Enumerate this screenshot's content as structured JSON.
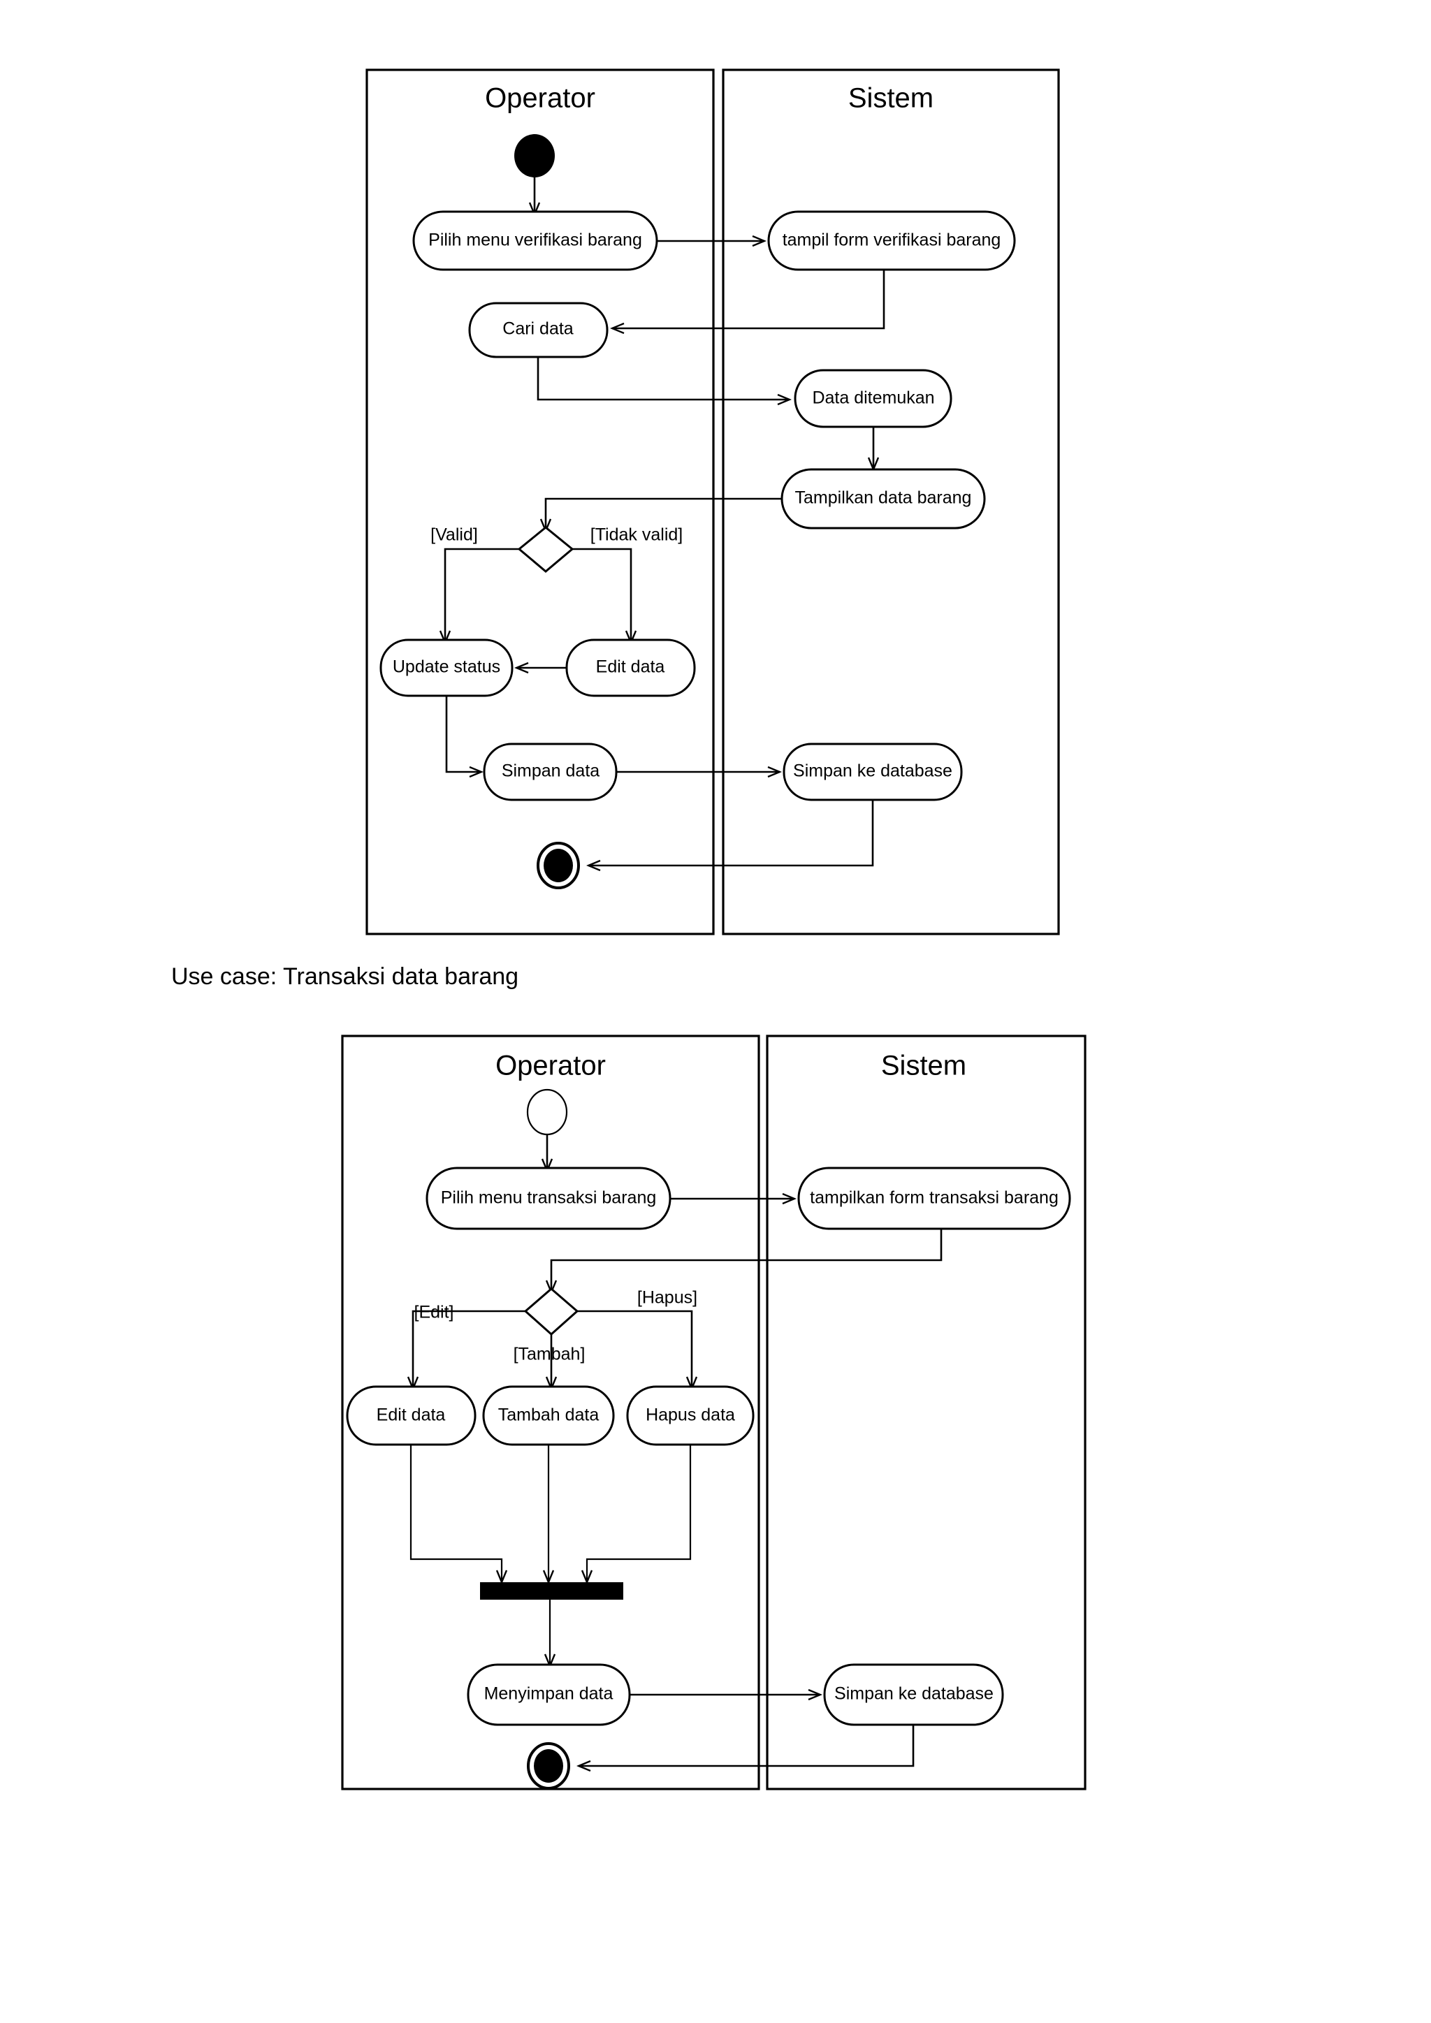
{
  "page": {
    "caption": "Use case: Transaksi data barang"
  },
  "diagram1": {
    "name": "activity-diagram-verifikasi-barang",
    "lanes": [
      {
        "id": "operator",
        "title": "Operator"
      },
      {
        "id": "sistem",
        "title": "Sistem"
      }
    ],
    "nodes": {
      "start": {
        "type": "initial-node-filled",
        "label": ""
      },
      "a1": {
        "label": "Pilih menu verifikasi barang"
      },
      "a2": {
        "label": "tampil form verifikasi barang"
      },
      "a3": {
        "label": "Cari data"
      },
      "a4": {
        "label": "Data ditemukan"
      },
      "a5": {
        "label": "Tampilkan data barang"
      },
      "d1": {
        "type": "decision-node",
        "label": ""
      },
      "a6": {
        "label": "Update status"
      },
      "a7": {
        "label": "Edit data"
      },
      "a8": {
        "label": "Simpan data"
      },
      "a9": {
        "label": "Simpan ke database"
      },
      "end": {
        "type": "final-node",
        "label": ""
      }
    },
    "guards": {
      "valid": "[Valid]",
      "tidak_valid": "[Tidak valid]"
    }
  },
  "diagram2": {
    "name": "activity-diagram-transaksi-barang",
    "lanes": [
      {
        "id": "operator",
        "title": "Operator"
      },
      {
        "id": "sistem",
        "title": "Sistem"
      }
    ],
    "nodes": {
      "start": {
        "type": "initial-node-hollow",
        "label": ""
      },
      "b1": {
        "label": "Pilih menu transaksi barang"
      },
      "b2": {
        "label": "tampilkan form transaksi barang"
      },
      "d2": {
        "type": "decision-node",
        "label": ""
      },
      "b3": {
        "label": "Edit data"
      },
      "b4": {
        "label": "Tambah data"
      },
      "b5": {
        "label": "Hapus data"
      },
      "join": {
        "type": "join-bar",
        "label": ""
      },
      "b6": {
        "label": "Menyimpan data"
      },
      "b7": {
        "label": "Simpan ke database"
      },
      "end": {
        "type": "final-node",
        "label": ""
      }
    },
    "guards": {
      "edit": "[Edit]",
      "hapus": "[Hapus]",
      "tambah": "[Tambah]"
    }
  },
  "colors": {
    "stroke": "#000000",
    "fill": "#ffffff",
    "text": "#000000"
  }
}
